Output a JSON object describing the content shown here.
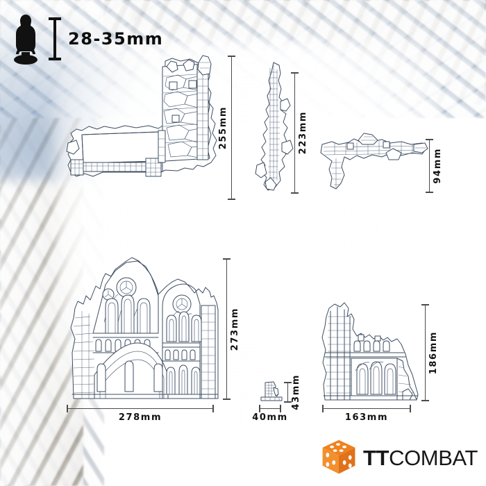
{
  "scale_reference": {
    "label": "28-35mm",
    "figure_icon": "miniature-figure-silhouette-icon",
    "bar_icon": "height-gauge-icon"
  },
  "pieces": [
    {
      "id": "top-plan",
      "name": "cathedral-floor-plan-top-view",
      "view": "top"
    },
    {
      "id": "narrow-profile",
      "name": "narrow-side-profile",
      "view": "side"
    },
    {
      "id": "l-profile",
      "name": "l-shaped-side-profile",
      "view": "side"
    },
    {
      "id": "facade",
      "name": "gothic-cathedral-facade",
      "view": "front"
    },
    {
      "id": "small-buttress",
      "name": "small-buttress-piece",
      "view": "front"
    },
    {
      "id": "ruin-wing",
      "name": "ruined-wing-section",
      "view": "front"
    }
  ],
  "dimensions": {
    "top_plan_height": "255mm",
    "narrow_profile_height": "223mm",
    "l_profile_height": "94mm",
    "facade_height": "273mm",
    "facade_width": "278mm",
    "small_piece_height": "43mm",
    "small_piece_width": "40mm",
    "ruin_wing_height": "186mm",
    "ruin_wing_width": "163mm"
  },
  "logo": {
    "brand_bold": "TT",
    "brand_regular": "COMBAT",
    "die_icon": "orange-dice-icon",
    "accent_color": "#f08020"
  },
  "colors": {
    "line": "#3d4c60",
    "dimension": "#4a4a4a",
    "text": "#111111",
    "background": "#ffffff"
  }
}
